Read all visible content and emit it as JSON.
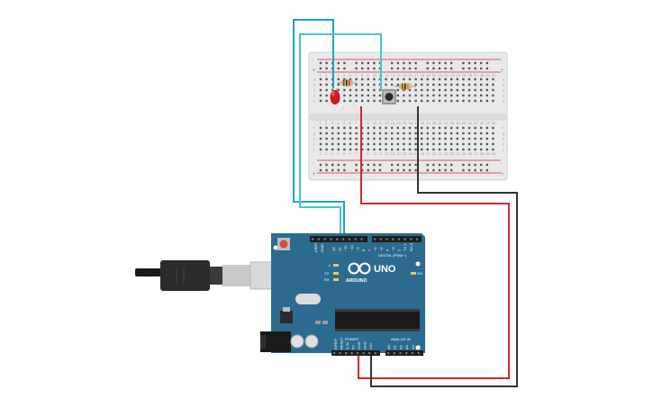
{
  "board": {
    "model": "UNO",
    "brand": "ARDUINO",
    "digital_header_label": "DIGITAL (PWM~)",
    "power_label": "POWER",
    "analog_label": "ANALOG IN",
    "led_labels": [
      "L",
      "TX",
      "RX"
    ],
    "on_label": "ON",
    "aref_label": "AREF",
    "gnd_label": "GND",
    "digital_pin_labels": [
      "13",
      "12",
      "~11",
      "~10",
      "~9",
      "8",
      "7",
      "~6",
      "~5",
      "4",
      "~3",
      "2",
      "TX 1",
      "RX 0"
    ],
    "power_pin_labels": [
      "IOREF",
      "RESET",
      "3.3V",
      "5V",
      "GND",
      "GND",
      "VIN"
    ],
    "analog_pin_labels": [
      "A0",
      "A1",
      "A2",
      "A3",
      "A4",
      "A5"
    ]
  },
  "breadboard": {
    "row_letters_top": [
      "a",
      "b",
      "c",
      "d",
      "e"
    ],
    "row_letters_bottom": [
      "f",
      "g",
      "h",
      "i",
      "j"
    ],
    "rail_signs": [
      "+",
      "-"
    ],
    "column_numbers": [
      "1",
      "2",
      "3",
      "4",
      "5",
      "6",
      "7",
      "8",
      "9",
      "10",
      "11",
      "12",
      "13",
      "14",
      "15",
      "16",
      "17",
      "18",
      "19",
      "20",
      "21",
      "22",
      "23",
      "24",
      "25",
      "26",
      "27",
      "28",
      "29",
      "30"
    ]
  },
  "components": {
    "led_color": "#c81d25",
    "resistor_body": "#d9b877",
    "button_cap": "#2b2b2b"
  },
  "wires": {
    "red": "#d7262b",
    "black": "#333333",
    "teal": "#1aa6c9",
    "light_teal": "#47c2d4"
  },
  "colors": {
    "board_blue": "#2c6b8f",
    "breadboard": "#ececec"
  }
}
